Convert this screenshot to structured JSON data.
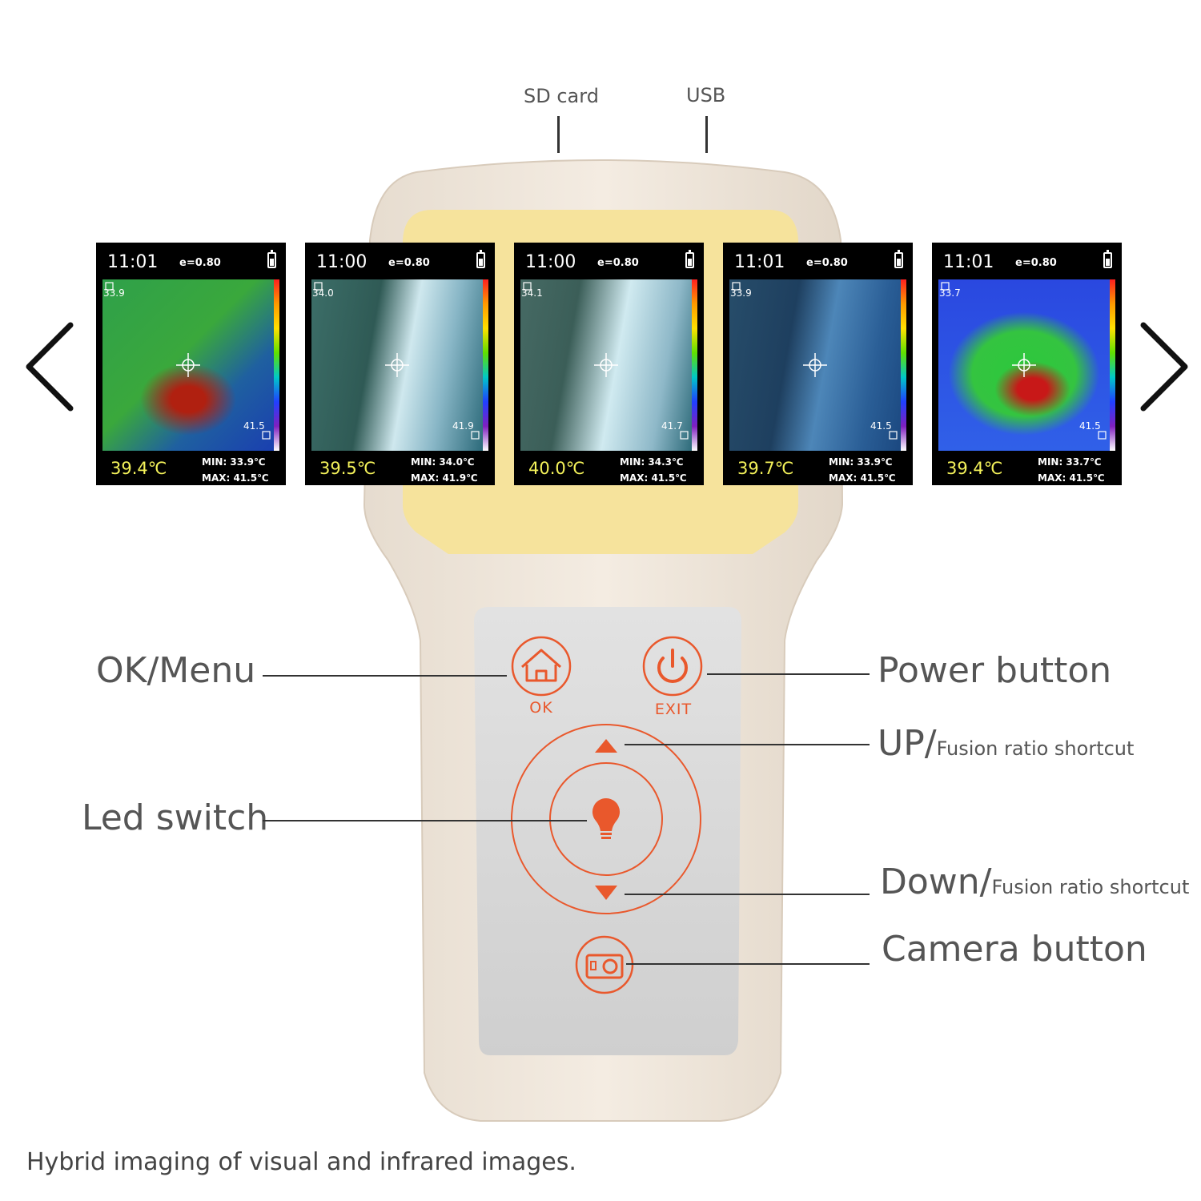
{
  "ports": {
    "sd_card": "SD card",
    "usb": "USB"
  },
  "screens": [
    {
      "time": "11:01",
      "emissivity": "e=0.80",
      "spot_min": "33.9",
      "spot_max": "41.5",
      "reading": "39.4℃",
      "min": "MIN: 33.9℃",
      "max": "MAX: 41.5℃",
      "mode": "thermal-blend"
    },
    {
      "time": "11:00",
      "emissivity": "e=0.80",
      "spot_min": "34.0",
      "spot_max": "41.9",
      "reading": "39.5℃",
      "min": "MIN: 34.0℃",
      "max": "MAX: 41.9℃",
      "mode": "visual-teal"
    },
    {
      "time": "11:00",
      "emissivity": "e=0.80",
      "spot_min": "34.1",
      "spot_max": "41.7",
      "reading": "40.0℃",
      "min": "MIN: 34.3℃",
      "max": "MAX: 41.5℃",
      "mode": "visual-red"
    },
    {
      "time": "11:01",
      "emissivity": "e=0.80",
      "spot_min": "33.9",
      "spot_max": "41.5",
      "reading": "39.7℃",
      "min": "MIN: 33.9℃",
      "max": "MAX: 41.5℃",
      "mode": "visual-blue"
    },
    {
      "time": "11:01",
      "emissivity": "e=0.80",
      "spot_min": "33.7",
      "spot_max": "41.5",
      "reading": "39.4℃",
      "min": "MIN: 33.7℃",
      "max": "MAX: 41.5℃",
      "mode": "thermal"
    }
  ],
  "buttons": {
    "ok": "OK",
    "exit": "EXIT"
  },
  "callouts": {
    "ok_menu": "OK/Menu",
    "power": "Power button",
    "up_main": "UP/",
    "up_sub": "Fusion ratio shortcut",
    "led": "Led switch",
    "down_main": "Down/",
    "down_sub": "Fusion ratio shortcut",
    "camera": "Camera button"
  },
  "caption": "Hybrid imaging of visual and infrared images.",
  "colors": {
    "accent": "#e9582c",
    "shell": "#f0e6da",
    "grip": "#f26a3c",
    "panel": "#d9d9d9",
    "screen_bezel": "#f6e4a0"
  }
}
